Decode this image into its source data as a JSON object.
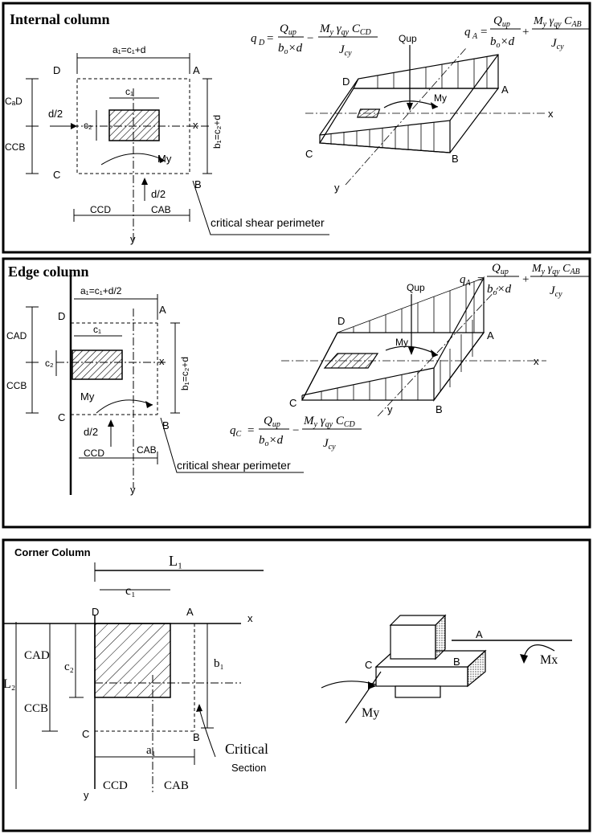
{
  "panel1": {
    "title": "Internal column",
    "a1_label": "a₁=c₁+d",
    "b1_label": "b₁=c₂+d",
    "c1": "c₁",
    "c2": "c₂",
    "cad": "CₐD",
    "ccb": "CCB",
    "ccd": "CCD",
    "cab": "CAB",
    "d2_left": "d/2",
    "d2_bottom": "d/2",
    "corner_d": "D",
    "corner_a": "A",
    "corner_c": "C",
    "corner_b": "B",
    "x_label": "x",
    "y_label": "y",
    "my": "My",
    "critical": "critical shear perimeter",
    "qd_lhs": "q",
    "qd_sub": "D",
    "qa_lhs": "q",
    "qa_sub": "A",
    "qup": "Qup",
    "iso_d": "D",
    "iso_a": "A",
    "iso_c": "C",
    "iso_b": "B",
    "iso_x": "x",
    "iso_y": "y",
    "iso_my": "My"
  },
  "panel2": {
    "title": "Edge column",
    "a1_label": "a₁=c₁+d/2",
    "b1_label": "b₁=c₂+d",
    "c1": "c₁",
    "c2": "c₂",
    "cad": "CAD",
    "ccb": "CCB",
    "ccd": "CCD",
    "cab": "CAB",
    "d2": "d/2",
    "corner_d": "D",
    "corner_a": "A",
    "corner_c": "C",
    "corner_b": "B",
    "x_label": "x",
    "y_label": "y",
    "my": "My",
    "critical": "critical shear perimeter",
    "qup": "Qup",
    "iso_d": "D",
    "iso_a": "A",
    "iso_c": "C",
    "iso_b": "B",
    "iso_x": "x",
    "iso_y": "y",
    "iso_my": "My"
  },
  "panel3": {
    "title": "Corner Column",
    "l1": "L₁",
    "l2": "L₂",
    "c1": "c₁",
    "c2": "c₂",
    "b1": "b₁",
    "a1": "a₁",
    "cad": "CAD",
    "ccb": "CCB",
    "ccd": "CCD",
    "cab": "CAB",
    "corner_d": "D",
    "corner_a": "A",
    "corner_c": "C",
    "corner_b": "B",
    "x_label": "x",
    "y_label": "y",
    "critical": "Critical",
    "section": "Section",
    "iso_a": "A",
    "iso_b": "B",
    "iso_c": "C",
    "mx": "Mx",
    "my": "My"
  }
}
